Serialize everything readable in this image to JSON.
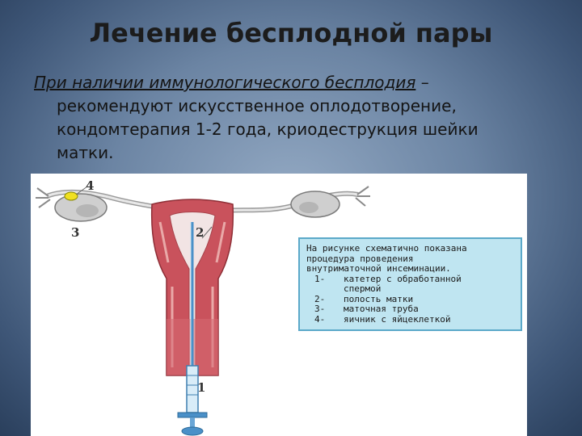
{
  "slide": {
    "title": "Лечение бесплодной пары",
    "intro_italic": "При наличии иммунологического бесплодия",
    "intro_rest": " –",
    "line2": "рекомендуют искусственное оплодотворение,",
    "line3": "кондомтерапия 1-2 года, криодеструкция шейки",
    "line4": "матки."
  },
  "figure": {
    "labels": {
      "l1": "1",
      "l2": "2",
      "l3": "3",
      "l4": "4"
    },
    "caption": {
      "line1": "На рисунке схематично показана",
      "line2": "процедура проведения",
      "line3": "внутриматочной инсеминации.",
      "items": [
        {
          "num": "1-",
          "text": "катетер с обработанной"
        },
        {
          "num": "",
          "text": "спермой"
        },
        {
          "num": "2-",
          "text": "полость матки"
        },
        {
          "num": "3-",
          "text": "маточная труба"
        },
        {
          "num": "4-",
          "text": "яичник с яйцеклеткой"
        }
      ]
    }
  },
  "colors": {
    "tissue": "#c9525c",
    "tissue_light": "#e9a9a8",
    "catheter": "#4a90c8",
    "egg": "#f0e020"
  }
}
